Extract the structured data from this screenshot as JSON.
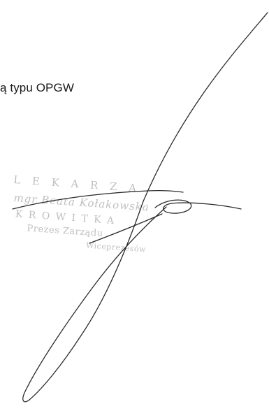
{
  "document": {
    "text_fragment": "ą typu OPGW"
  },
  "stamp": {
    "lines": [
      "L  E  K  A  R  Z  A",
      "mgr  Beata Kołakowska",
      "K R O W I T K A",
      "Prezes Zarządu",
      "Wiceprezesów"
    ]
  },
  "signature": {
    "ink_color": "#2a2a2a"
  }
}
